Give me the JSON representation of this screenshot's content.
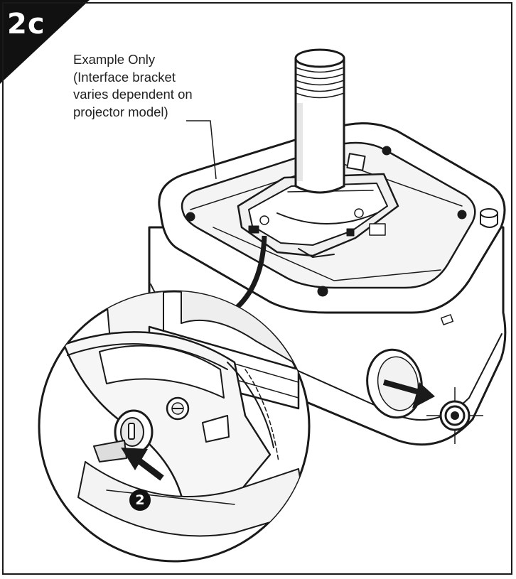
{
  "step": {
    "label": "2c"
  },
  "note": {
    "lines": [
      "Example Only",
      "(Interface bracket",
      "varies dependent on",
      "projector model)"
    ]
  },
  "callout": {
    "number": "2"
  },
  "colors": {
    "ink": "#1a1a1a",
    "fill": "#ffffff",
    "shade": "#e6e6e6",
    "badge": "#111111"
  },
  "icons": [
    "step-badge",
    "curved-arrow-icon",
    "pull-arrow-icon",
    "push-arrow-icon",
    "target-icon",
    "callout-number-icon"
  ]
}
